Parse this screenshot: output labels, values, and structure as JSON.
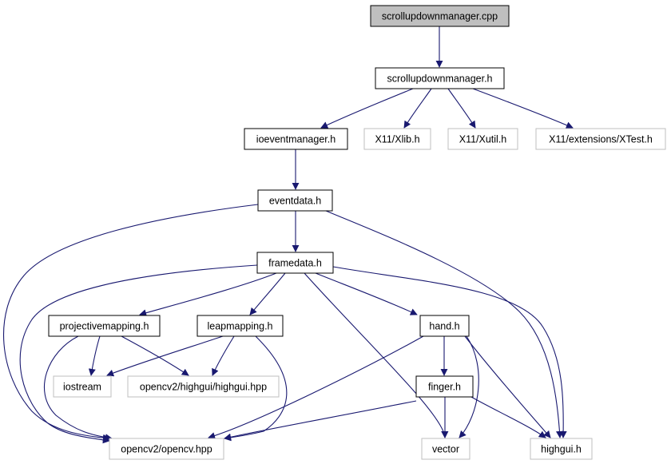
{
  "graph": {
    "colors": {
      "edge": "#191970",
      "root_fill": "#bfbfbf",
      "external_stroke": "#bfbfbf",
      "node_stroke": "#000000"
    },
    "nodes": [
      {
        "id": "root",
        "label": "scrollupdownmanager.cpp",
        "kind": "root"
      },
      {
        "id": "sudm_h",
        "label": "scrollupdownmanager.h",
        "kind": "included"
      },
      {
        "id": "ioevent",
        "label": "ioeventmanager.h",
        "kind": "included"
      },
      {
        "id": "xlib",
        "label": "X11/Xlib.h",
        "kind": "external"
      },
      {
        "id": "xutil",
        "label": "X11/Xutil.h",
        "kind": "external"
      },
      {
        "id": "xtest",
        "label": "X11/extensions/XTest.h",
        "kind": "external"
      },
      {
        "id": "eventdata",
        "label": "eventdata.h",
        "kind": "included"
      },
      {
        "id": "framedata",
        "label": "framedata.h",
        "kind": "included"
      },
      {
        "id": "projmap",
        "label": "projectivemapping.h",
        "kind": "included"
      },
      {
        "id": "leapmap",
        "label": "leapmapping.h",
        "kind": "included"
      },
      {
        "id": "hand",
        "label": "hand.h",
        "kind": "included"
      },
      {
        "id": "iostream",
        "label": "iostream",
        "kind": "external"
      },
      {
        "id": "hgh",
        "label": "opencv2/highgui/highgui.hpp",
        "kind": "external"
      },
      {
        "id": "finger",
        "label": "finger.h",
        "kind": "included"
      },
      {
        "id": "opencv",
        "label": "opencv2/opencv.hpp",
        "kind": "external"
      },
      {
        "id": "vector",
        "label": "vector",
        "kind": "external"
      },
      {
        "id": "highgui",
        "label": "highgui.h",
        "kind": "external"
      }
    ],
    "edges": [
      {
        "from": "root",
        "to": "sudm_h"
      },
      {
        "from": "sudm_h",
        "to": "ioevent"
      },
      {
        "from": "sudm_h",
        "to": "xlib"
      },
      {
        "from": "sudm_h",
        "to": "xutil"
      },
      {
        "from": "sudm_h",
        "to": "xtest"
      },
      {
        "from": "ioevent",
        "to": "eventdata"
      },
      {
        "from": "eventdata",
        "to": "framedata"
      },
      {
        "from": "eventdata",
        "to": "opencv"
      },
      {
        "from": "eventdata",
        "to": "highgui"
      },
      {
        "from": "framedata",
        "to": "projmap"
      },
      {
        "from": "framedata",
        "to": "leapmap"
      },
      {
        "from": "framedata",
        "to": "hand"
      },
      {
        "from": "framedata",
        "to": "vector"
      },
      {
        "from": "framedata",
        "to": "highgui"
      },
      {
        "from": "framedata",
        "to": "opencv"
      },
      {
        "from": "projmap",
        "to": "iostream"
      },
      {
        "from": "projmap",
        "to": "hgh"
      },
      {
        "from": "projmap",
        "to": "opencv"
      },
      {
        "from": "leapmap",
        "to": "iostream"
      },
      {
        "from": "leapmap",
        "to": "hgh"
      },
      {
        "from": "leapmap",
        "to": "opencv"
      },
      {
        "from": "hand",
        "to": "finger"
      },
      {
        "from": "hand",
        "to": "vector"
      },
      {
        "from": "hand",
        "to": "highgui"
      },
      {
        "from": "hand",
        "to": "opencv"
      },
      {
        "from": "finger",
        "to": "vector"
      },
      {
        "from": "finger",
        "to": "highgui"
      },
      {
        "from": "finger",
        "to": "opencv"
      }
    ]
  }
}
